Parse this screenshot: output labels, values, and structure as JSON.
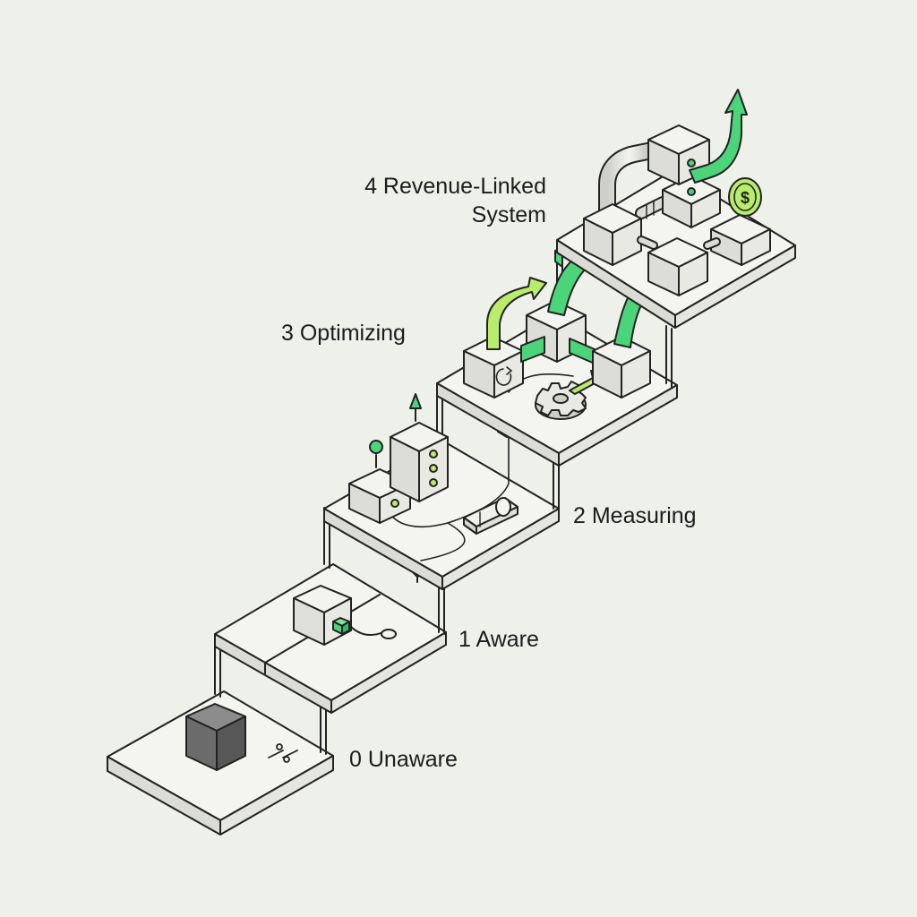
{
  "diagram": {
    "levels": [
      {
        "number": "0",
        "name": "Unaware"
      },
      {
        "number": "1",
        "name": "Aware"
      },
      {
        "number": "2",
        "name": "Measuring"
      },
      {
        "number": "3",
        "name": "Optimizing"
      },
      {
        "number": "4",
        "name": "Revenue-Linked",
        "name_line2": "System"
      }
    ],
    "currency_symbol": "$",
    "colors": {
      "background": "#eef0ea",
      "platform_top": "#f4f5f0",
      "platform_side": "#dcdcd6",
      "line": "#222222",
      "accent_green": "#4cd47a",
      "accent_lime": "#b9ec6c",
      "dark_cube": "#6b6b6b"
    }
  }
}
